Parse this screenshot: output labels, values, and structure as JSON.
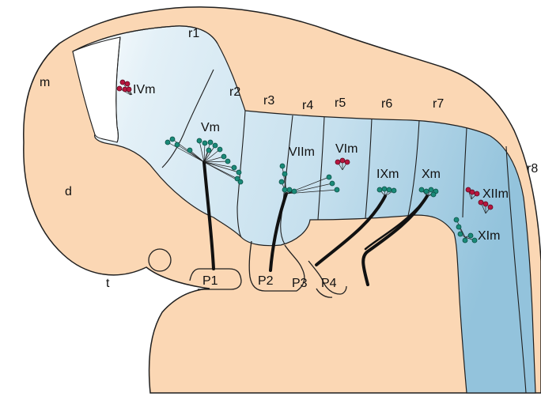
{
  "diagram": {
    "labels": {
      "m": "m",
      "d": "d",
      "t": "t",
      "r1": "r1",
      "r2": "r2",
      "r3": "r3",
      "r4": "r4",
      "r5": "r5",
      "r6": "r6",
      "r7": "r7",
      "r8": "r8",
      "IVm": "IVm",
      "Vm": "Vm",
      "VIIm": "VIIm",
      "VIm": "VIm",
      "IXm": "IXm",
      "Xm": "Xm",
      "XIIm": "XIIm",
      "XIm": "XIm",
      "P1": "P1",
      "P2": "P2",
      "P3": "P3",
      "P4": "P4"
    },
    "colors": {
      "embryo": "#fbd7b4",
      "outline": "#1f1f1f",
      "neural_tube_light": "#e6f2f8",
      "neural_tube_dark": "#9fcbe0",
      "branchiomotor_neuron": "#1a8a78",
      "somatic_motor_neuron": "#b8163f"
    }
  }
}
